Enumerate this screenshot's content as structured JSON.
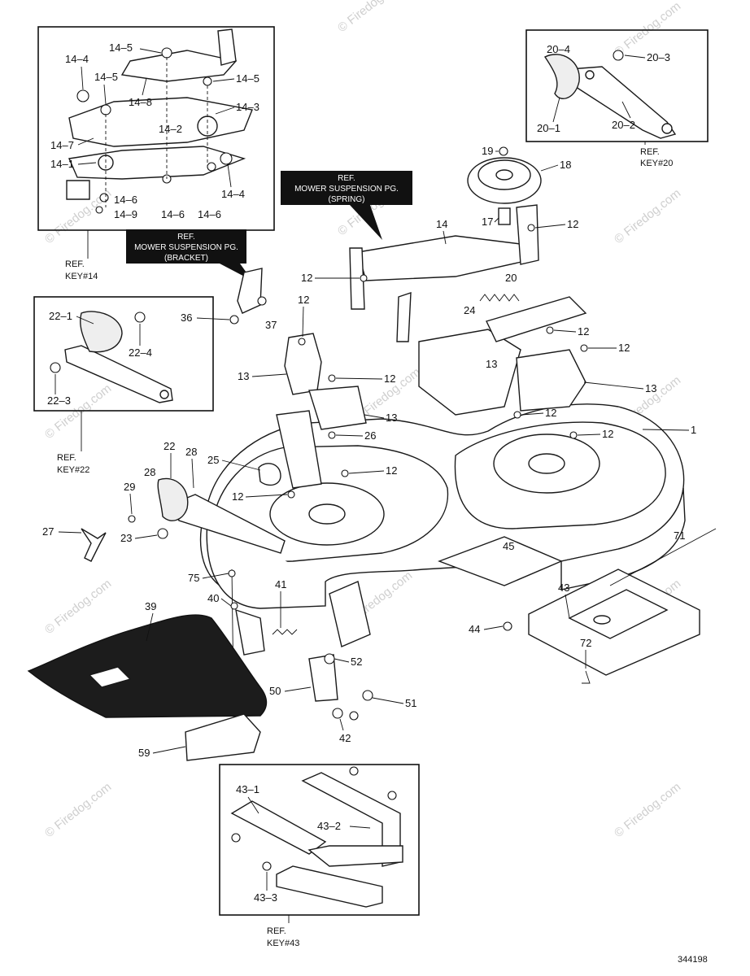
{
  "watermark": "© Firedog.com",
  "drawing_number": "344198",
  "ref_boxes": {
    "key14": {
      "line1": "REF.",
      "line2": "KEY#14"
    },
    "key20": {
      "line1": "REF.",
      "line2": "KEY#20"
    },
    "key22": {
      "line1": "REF.",
      "line2": "KEY#22"
    },
    "key43": {
      "line1": "REF.",
      "line2": "KEY#43"
    }
  },
  "ref_tags": {
    "spring": {
      "line1": "REF.",
      "line2": "MOWER SUSPENSION PG.",
      "line3": "(SPRING)"
    },
    "bracket": {
      "line1": "REF.",
      "line2": "MOWER SUSPENSION PG.",
      "line3": "(BRACKET)"
    }
  },
  "labels": {
    "l14_5a": "14–5",
    "l14_4a": "14–4",
    "l14_5b": "14–5",
    "l14_5c": "14–5",
    "l14_8": "14–8",
    "l14_3": "14–3",
    "l14_2": "14–2",
    "l14_7": "14–7",
    "l14_1": "14–1",
    "l14_4b": "14–4",
    "l14_6a": "14–6",
    "l14_9": "14–9",
    "l14_6b": "14–6",
    "l14_6c": "14–6",
    "l20_4": "20–4",
    "l20_3": "20–3",
    "l20_1": "20–1",
    "l20_2": "20–2",
    "l22_1": "22–1",
    "l22_4": "22–4",
    "l22_3": "22–3",
    "l43_1": "43–1",
    "l43_2": "43–2",
    "l43_3": "43–3",
    "l19": "19",
    "l18": "18",
    "l17": "17",
    "l12a": "12",
    "l14": "14",
    "l12b": "12",
    "l20": "20",
    "l36": "36",
    "l37": "37",
    "l12c": "12",
    "l24": "24",
    "l12d": "12",
    "l12e": "12",
    "l13a": "13",
    "l13b": "13",
    "l12f": "12",
    "l13c": "13",
    "l13d": "13",
    "l12g": "12",
    "l12h": "12",
    "l1": "1",
    "l26": "26",
    "l22": "22",
    "l28a": "28",
    "l25": "25",
    "l12i": "12",
    "l28b": "28",
    "l29": "29",
    "l12j": "12",
    "l27": "27",
    "l23": "23",
    "l45": "45",
    "l71": "71",
    "l75": "75",
    "l41": "41",
    "l40": "40",
    "l39": "39",
    "l43": "43",
    "l44": "44",
    "l72": "72",
    "l52": "52",
    "l50": "50",
    "l51": "51",
    "l42": "42",
    "l59": "59"
  }
}
